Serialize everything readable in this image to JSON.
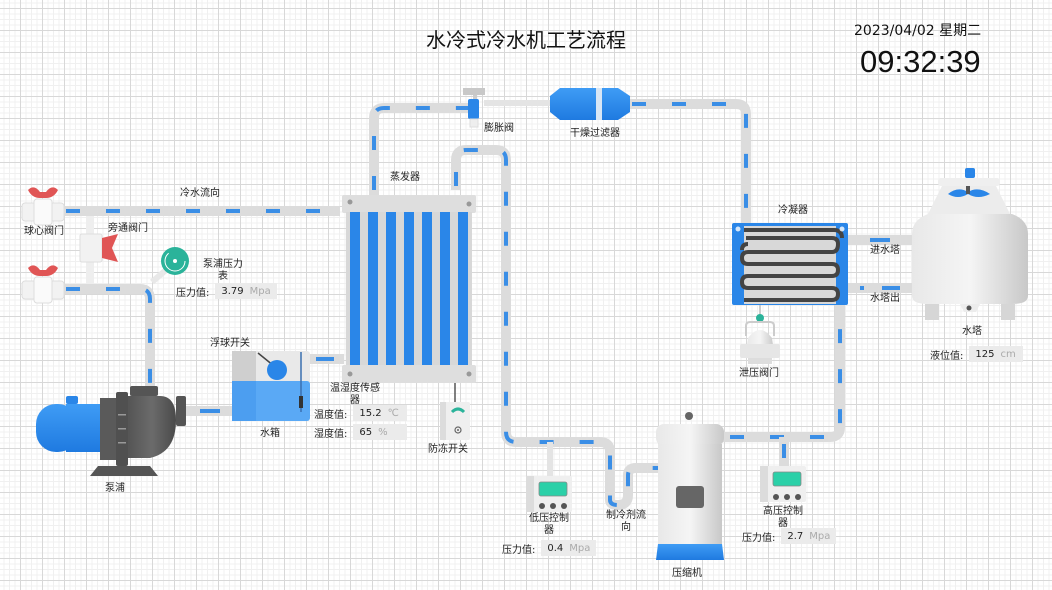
{
  "header": {
    "title": "水冷式冷水机工艺流程",
    "date": "2023/04/02 星期二",
    "time": "09:32:39"
  },
  "colors": {
    "pipe": "#d9d9d9",
    "flow": "#3a8ee6",
    "equipment_blue": "#2a86e8",
    "valve_red": "#e05555",
    "gauge_green": "#2bb39a"
  },
  "labels": {
    "cold_water_flow": "冷水流向",
    "ball_valve": "球心阀门",
    "bypass_valve": "旁通阀门",
    "pump_gauge": "泵浦压力表",
    "evaporator": "蒸发器",
    "expansion_valve": "膨胀阀",
    "drier_filter": "干燥过滤器",
    "condenser": "冷凝器",
    "tower_in": "进水塔",
    "tower_out": "水塔出",
    "water_tower": "水塔",
    "relief_valve": "泄压阀门",
    "float_switch": "浮球开关",
    "water_tank": "水箱",
    "pump": "泵浦",
    "th_sensor": "温湿度传感器",
    "antifreeze_switch": "防冻开关",
    "low_pressure_ctrl": "低压控制器",
    "refrigerant_flow": "制冷剂流向",
    "compressor": "压缩机",
    "high_pressure_ctrl": "高压控制器"
  },
  "readings": {
    "pump_pressure": {
      "label": "压力值:",
      "value": "3.79",
      "unit": "Mpa"
    },
    "temperature": {
      "label": "温度值:",
      "value": "15.2",
      "unit": "℃"
    },
    "humidity": {
      "label": "湿度值:",
      "value": "65",
      "unit": "%"
    },
    "low_pressure": {
      "label": "压力值:",
      "value": "0.4",
      "unit": "Mpa"
    },
    "high_pressure": {
      "label": "压力值:",
      "value": "2.7",
      "unit": "Mpa"
    },
    "tower_level": {
      "label": "液位值:",
      "value": "125",
      "unit": "cm"
    }
  }
}
